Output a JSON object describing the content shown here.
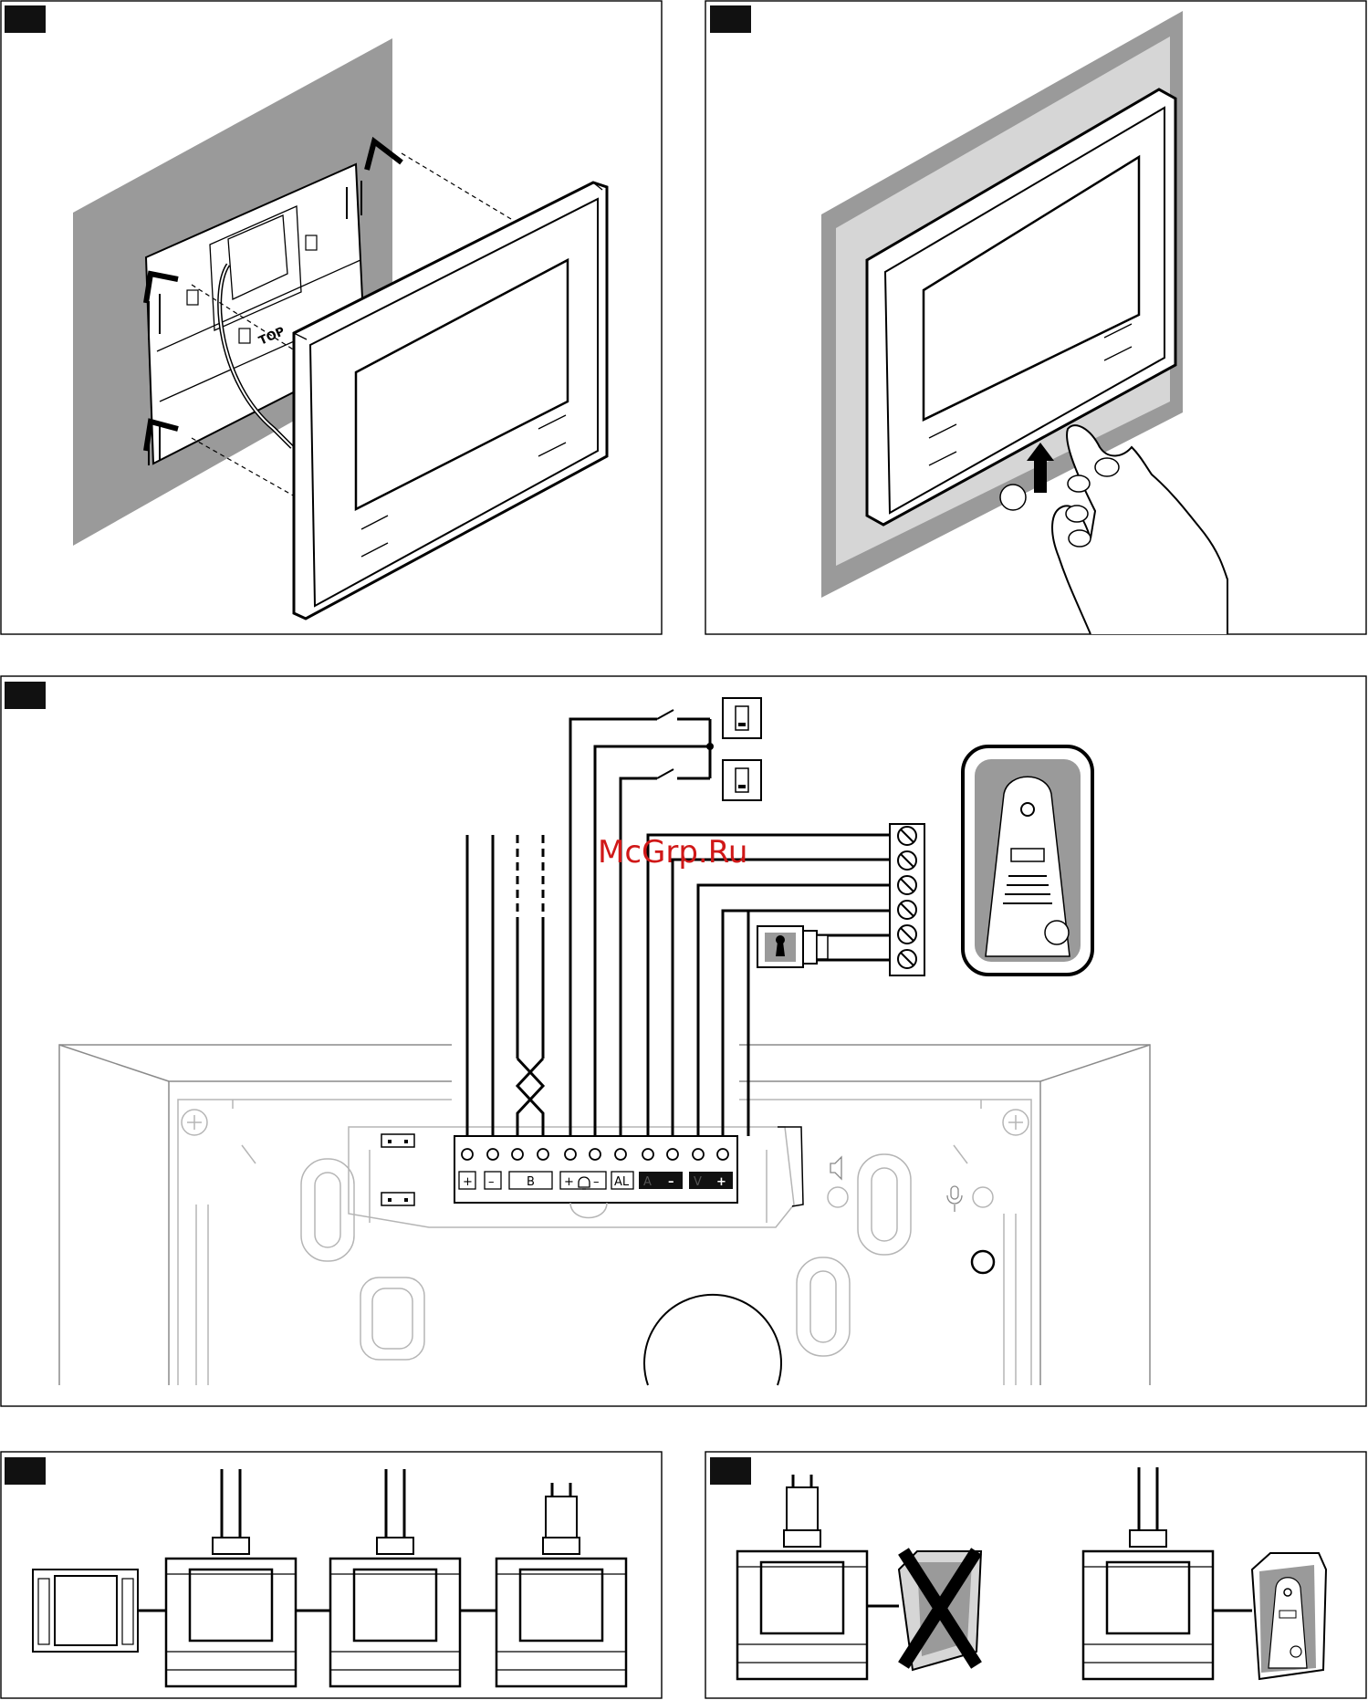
{
  "watermark": "McGrp.Ru",
  "panel2": {
    "mount_label": "TOP"
  },
  "terminal_block": {
    "labels": [
      "+",
      "–",
      "B",
      "+",
      "–",
      "AL",
      "A",
      "–",
      "V",
      "+"
    ]
  },
  "colors": {
    "line": "#000000",
    "wall": "#9a9a9a",
    "wall_light": "#d6d6d6",
    "watermark": "#d01818"
  },
  "icons": [
    "speaker-icon",
    "microphone-icon",
    "bell-icon",
    "lock-icon",
    "hand-icon",
    "arrow-up-icon",
    "cross-icon"
  ]
}
